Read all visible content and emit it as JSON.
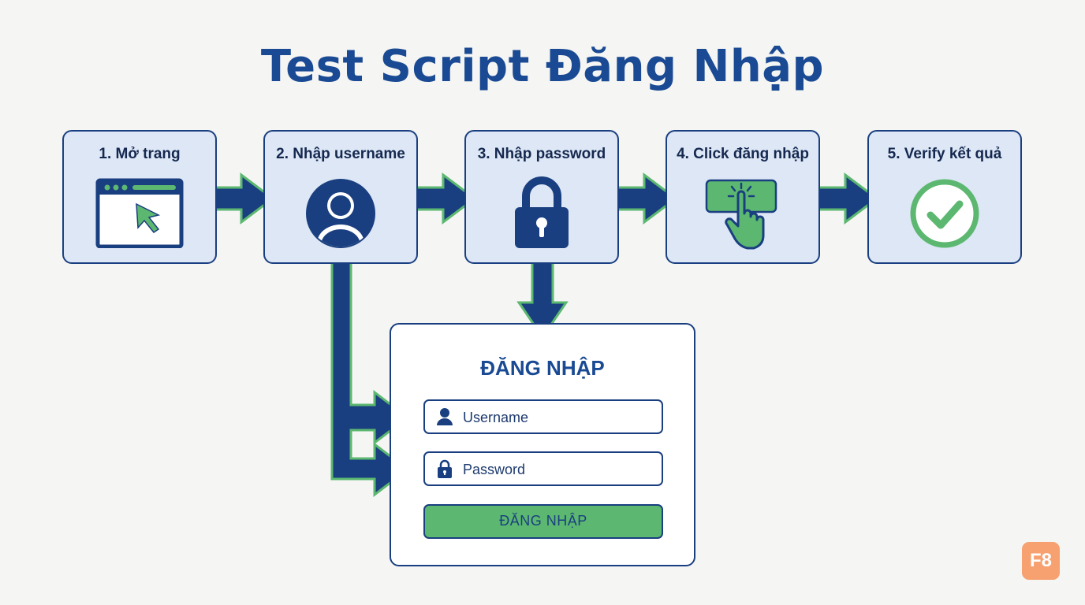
{
  "title": "Test Script Đăng Nhập",
  "steps": [
    {
      "label": "1. Mở trang",
      "icon": "browser-cursor-icon"
    },
    {
      "label": "2. Nhập username",
      "icon": "user-icon"
    },
    {
      "label": "3. Nhập password",
      "icon": "lock-icon"
    },
    {
      "label": "4. Click đăng nhập",
      "icon": "hand-click-icon"
    },
    {
      "label": "5. Verify kết quả",
      "icon": "check-circle-icon"
    }
  ],
  "login_form": {
    "title": "ĐĂNG NHẬP",
    "username_placeholder": "Username",
    "password_placeholder": "Password",
    "submit_label": "ĐĂNG NHẬP"
  },
  "badge": "F8",
  "colors": {
    "primary": "#1a3f80",
    "title": "#1a4a93",
    "accent_green": "#5cb870",
    "step_fill": "#dde7f6",
    "badge": "#f7a070"
  }
}
